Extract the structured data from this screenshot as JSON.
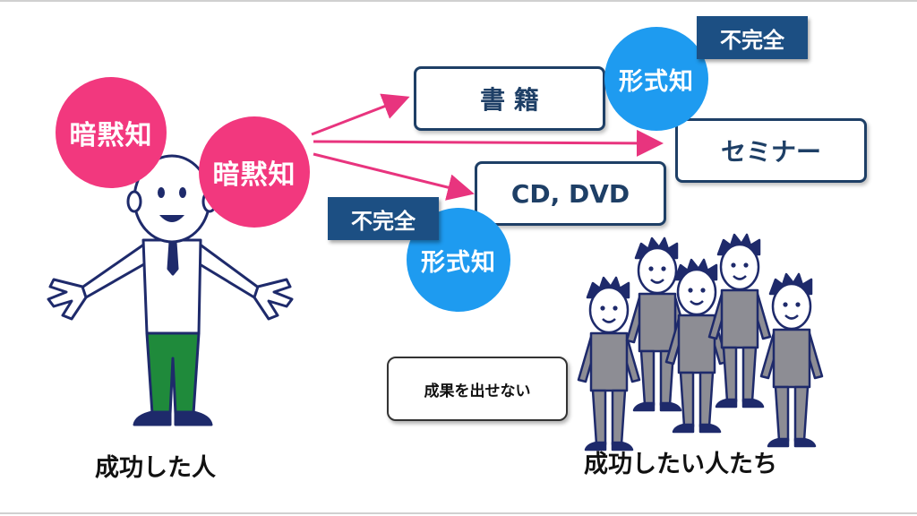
{
  "left_figure": {
    "tacit_label_1": "暗黙知",
    "tacit_label_2": "暗黙知",
    "caption": "成功した人"
  },
  "media": {
    "book": "書 籍",
    "seminar": "セミナー",
    "cd_dvd": "CD, DVD"
  },
  "explicit_top": {
    "label": "形式知",
    "badge": "不完全"
  },
  "explicit_bottom": {
    "label": "形式知",
    "badge": "不完全"
  },
  "result_box": "成果を出せない",
  "right_group": {
    "caption": "成功したい人たち"
  },
  "colors": {
    "pink": "#f2387e",
    "blue": "#1e9bf0",
    "navy": "#1e3f66",
    "arrow": "#e8347e",
    "shirt": "#ffffff",
    "pants": "#1f8a3b",
    "group_body": "#8d8d94"
  }
}
